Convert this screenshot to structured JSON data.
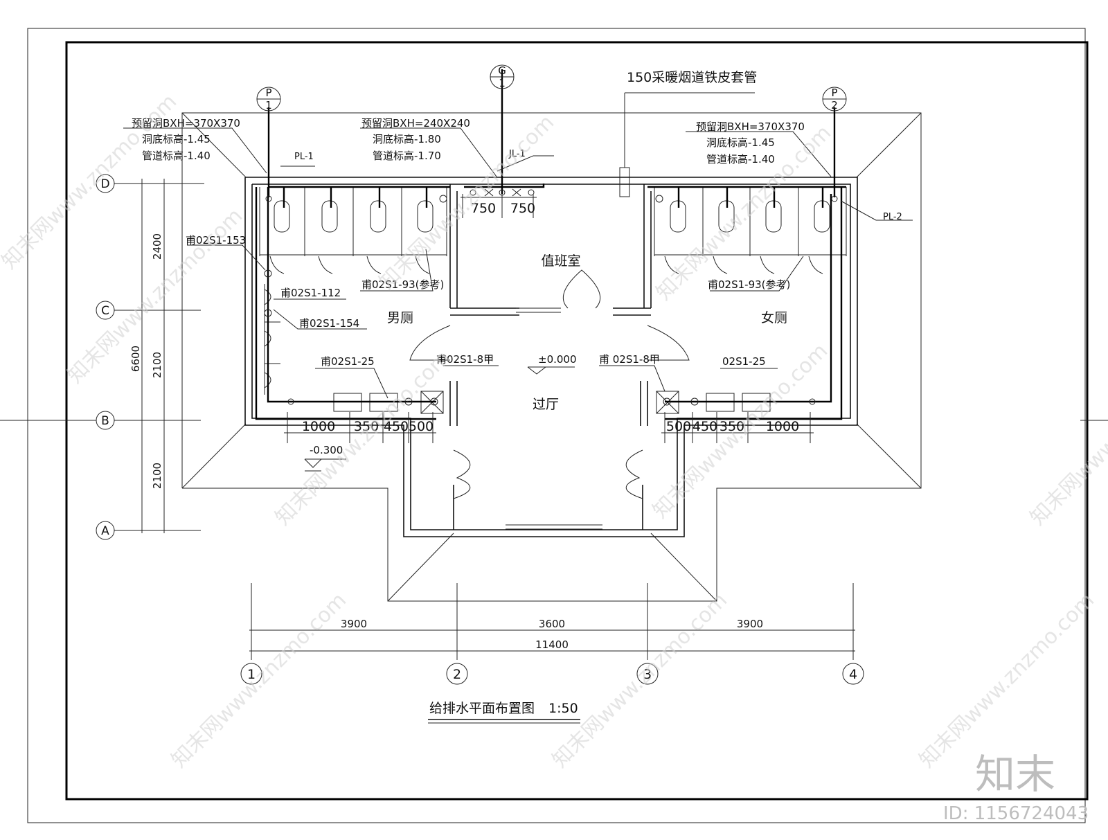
{
  "drawing": {
    "title": "给排水平面布置图",
    "scale": "1:50",
    "rooms": {
      "duty_room": "值班室",
      "mens_room": "男厕",
      "womens_room": "女厕",
      "hall": "过厅"
    },
    "chimney_note": "150采暖烟道铁皮套管",
    "pipe_tags": {
      "p1_letter": "P",
      "p1_num": "1",
      "g1_letter": "G",
      "g1_num": "1",
      "p2_letter": "P",
      "p2_num": "2"
    },
    "pipe_labels": {
      "pl1": "PL-1",
      "pl2": "PL-2",
      "jl1": "JL-1"
    },
    "openings": {
      "left": {
        "size": "预留洞BXH=370X370",
        "bottom": "洞底标高-1.45",
        "pipe": "管道标高-1.40"
      },
      "mid": {
        "size": "预留洞BXH=240X240",
        "bottom": "洞底标高-1.80",
        "pipe": "管道标高-1.70"
      },
      "right": {
        "size": "预留洞BXH=370X370",
        "bottom": "洞底标高-1.45",
        "pipe": "管道标高-1.40"
      }
    },
    "fixture_refs": {
      "r153": "甫02S1-153",
      "r112": "甫02S1-112",
      "r154": "甫02S1-154",
      "r93_left": "甫02S1-93(参考)",
      "r93_right": "甫02S1-93(参考)",
      "r25_left": "甫02S1-25",
      "r25_right": "02S1-25",
      "r8_left": "甫02S1-8甲",
      "r8_right": "甫 02S1-8甲"
    },
    "levels": {
      "floor": "±0.000",
      "toilet": "-0.300"
    },
    "dims": {
      "jl_left": "750",
      "jl_right": "750",
      "left_row": [
        "1000",
        "350",
        "450",
        "500"
      ],
      "right_row": [
        "500",
        "450",
        "350",
        "1000"
      ],
      "vertical_total": "6600",
      "vertical_parts": [
        "2400",
        "2100",
        "2100"
      ],
      "horizontal_parts": [
        "3900",
        "3600",
        "3900"
      ],
      "horizontal_total": "11400"
    },
    "axes": {
      "rows": [
        "D",
        "C",
        "B",
        "A"
      ],
      "cols": [
        "1",
        "2",
        "3",
        "4"
      ]
    }
  },
  "watermark": {
    "site": "知末网www.znzmo.com",
    "brand": "知末",
    "id": "ID: 1156724043"
  }
}
